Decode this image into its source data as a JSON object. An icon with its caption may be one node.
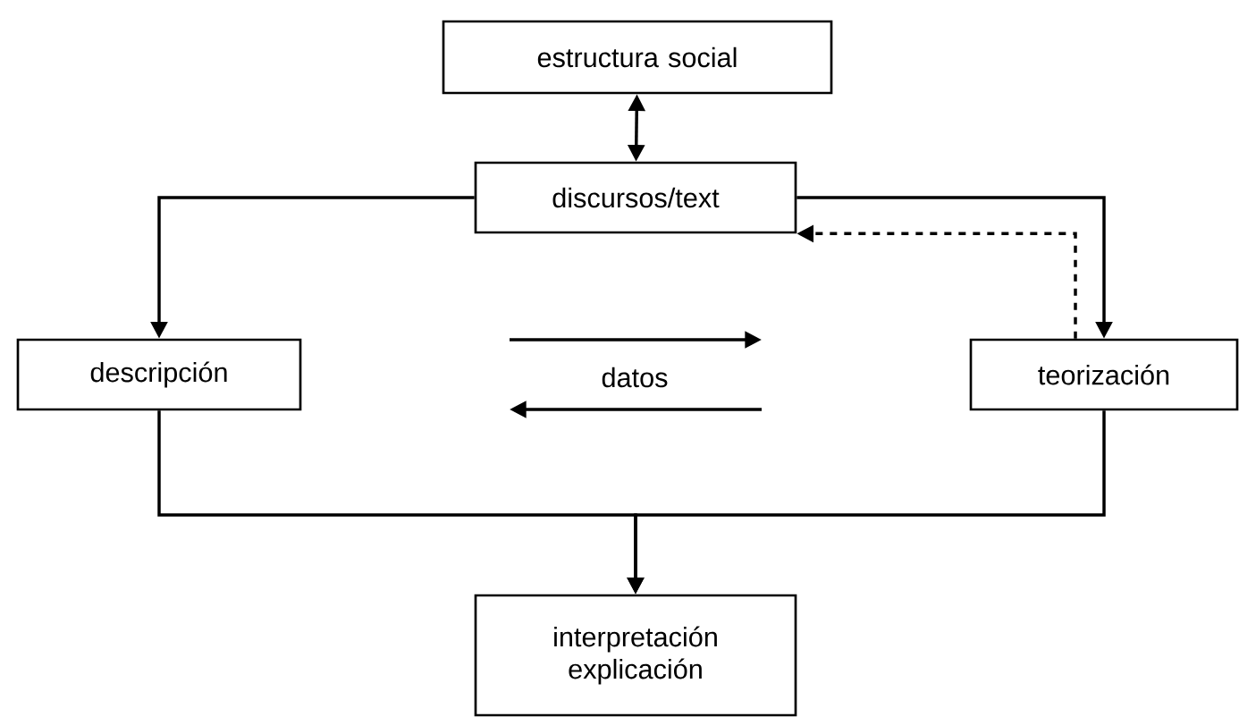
{
  "diagram": {
    "nodes": [
      {
        "text": [
          "estructura social"
        ]
      },
      {
        "text": [
          "discursos/text"
        ]
      },
      {
        "text": [
          "descripción"
        ]
      },
      {
        "text": [
          "teorización"
        ]
      },
      {
        "text": [
          "interpretación explicación"
        ]
      }
    ],
    "edges": [
      {
        "from": 0,
        "to": 1,
        "arrow": "both"
      },
      {
        "from": 1,
        "to": 2,
        "arrow": "to"
      },
      {
        "from": 1,
        "to": 3,
        "arrow": "to"
      },
      {
        "from": 3,
        "to": 1,
        "arrow": "to",
        "style": "dashed"
      },
      {
        "from": 2,
        "to": 4,
        "arrow": "to"
      },
      {
        "from": 3,
        "to": 4,
        "arrow": "to"
      }
    ],
    "labels": [
      "datos"
    ]
  }
}
